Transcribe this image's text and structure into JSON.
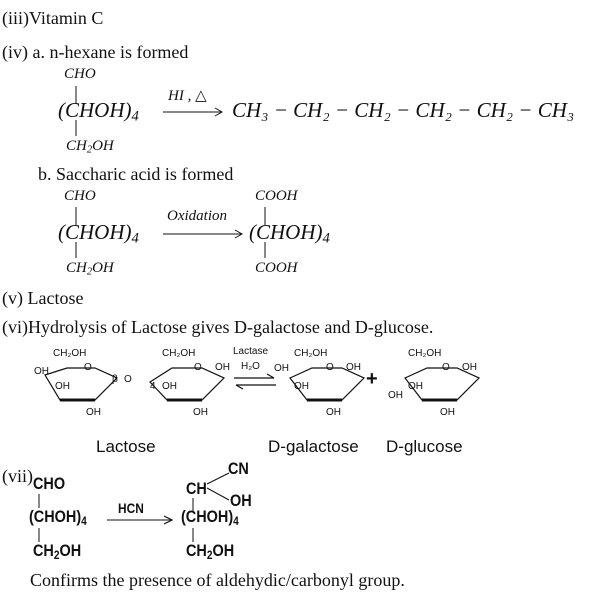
{
  "item_iii": "(iii)Vitamin C",
  "item_iv": {
    "heading": "(iv)  a. n-hexane is formed",
    "reactant_top": "CHO",
    "reactant_mid": "(CHOH)",
    "reactant_mid_sub": "4",
    "reactant_bottom": "CH",
    "reactant_bottom_sub": "2",
    "reactant_bottom_tail": "OH",
    "reagent": "HI , △",
    "product": "CH₃ − CH₂ − CH₂ − CH₂ − CH₂ − CH₃"
  },
  "item_iv_b": {
    "heading": "b. Saccharic acid is formed",
    "reactant_top": "CHO",
    "reactant_mid": "(CHOH)",
    "reactant_mid_sub": "4",
    "reactant_bottom": "CH",
    "reactant_bottom_sub": "2",
    "reactant_bottom_tail": "OH",
    "reagent": "Oxidation",
    "product_top": "COOH",
    "product_mid": "(CHOH)",
    "product_mid_sub": "4",
    "product_bottom": "COOH"
  },
  "item_v": "(v) Lactose",
  "item_vi": {
    "heading": "(vi)Hydrolysis of Lactose gives D-galactose and D-glucose.",
    "enzyme": "Lactase",
    "water": "H₂O",
    "plus": "+",
    "group_ch2oh": "CH₂OH",
    "group_oh": "OH",
    "ring_o": "O",
    "beta": "β",
    "num4": "4",
    "label_lactose": "Lactose",
    "label_galactose": "D-galactose",
    "label_glucose": "D-glucose"
  },
  "item_vii": {
    "label": "(vii)",
    "reactant_top": "CHO",
    "reactant_mid": "(CHOH)",
    "reactant_mid_sub": "4",
    "reactant_bottom": "CH",
    "reactant_bottom_sub": "2",
    "reactant_bottom_tail": "OH",
    "reagent": "HCN",
    "product_cn": "CN",
    "product_ch": "CH",
    "product_oh": "OH",
    "product_mid": "(CHOH)",
    "product_mid_sub": "4",
    "product_bottom": "CH",
    "product_bottom_sub": "2",
    "product_bottom_tail": "OH"
  },
  "conclusion": "Confirms the presence of aldehydic/carbonyl group."
}
